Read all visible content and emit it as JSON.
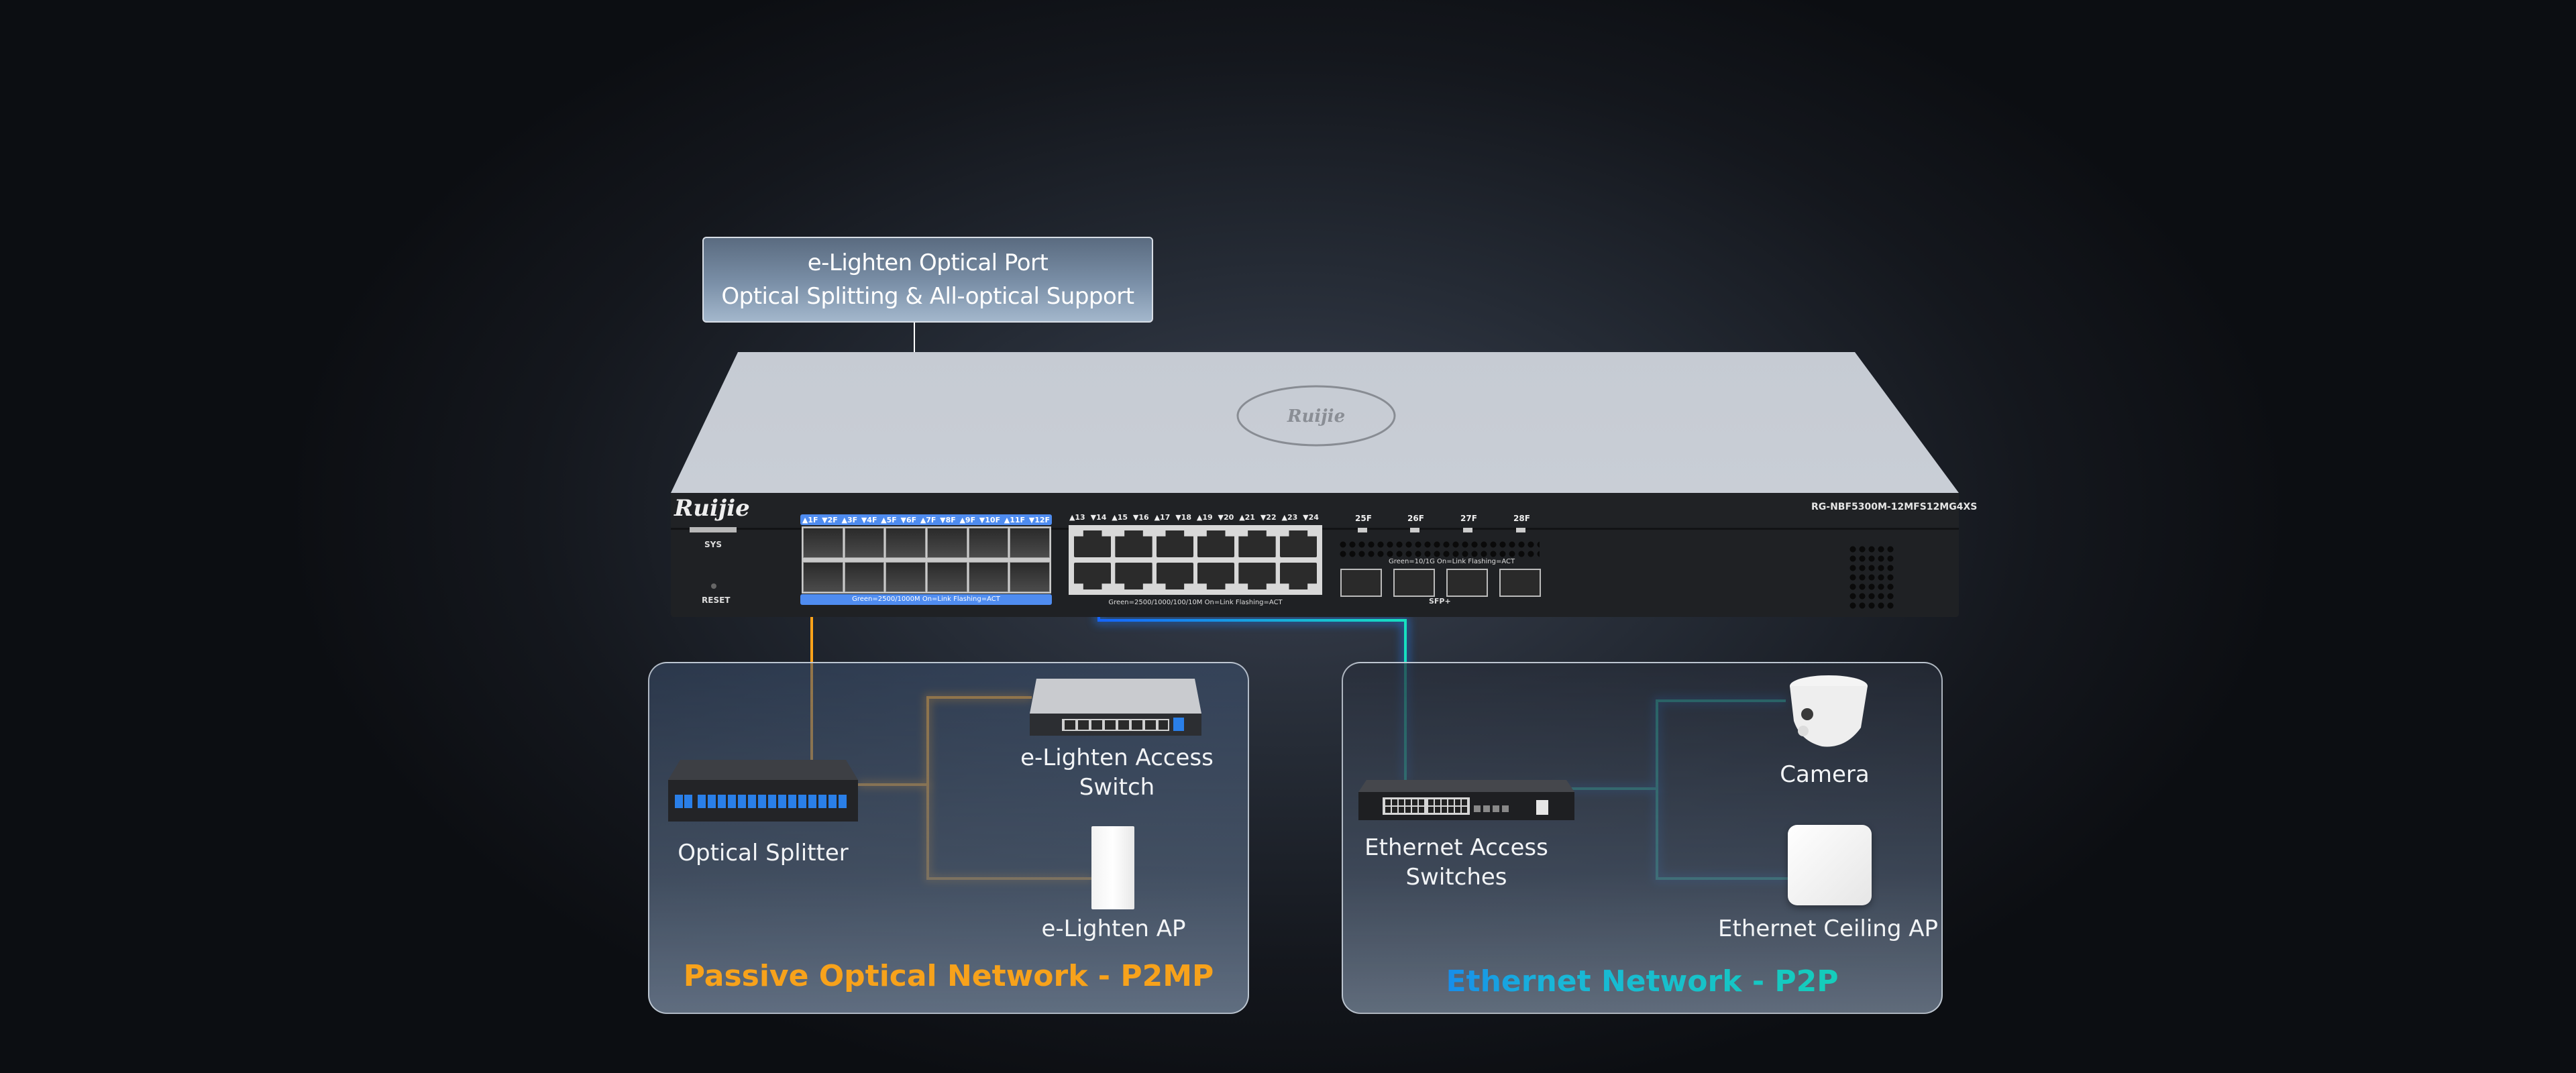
{
  "callout": {
    "line1": "e-Lighten Optical Port",
    "line2": "Optical Splitting & All-optical Support"
  },
  "switch": {
    "brand": "Ruijie",
    "top_logo": "Ruijie",
    "model": "RG-NBF5300M-12MFS12MG4XS",
    "sys_label": "SYS",
    "reset_label": "RESET",
    "sfp_ports": [
      "▲1F",
      "▼2F",
      "▲3F",
      "▼4F",
      "▲5F",
      "▼6F",
      "▲7F",
      "▼8F",
      "▲9F",
      "▼10F",
      "▲11F",
      "▼12F"
    ],
    "sfp_legend": "Green=2500/1000M  On=Link  Flashing=ACT",
    "rj45_ports": [
      "▲13",
      "▼14",
      "▲15",
      "▼16",
      "▲17",
      "▼18",
      "▲19",
      "▼20",
      "▲21",
      "▼22",
      "▲23",
      "▼24"
    ],
    "rj45_legend": "Green=2500/1000/100/10M  On=Link  Flashing=ACT",
    "sfpplus_ports": [
      "25F",
      "26F",
      "27F",
      "28F"
    ],
    "sfpplus_legend": "Green=10/1G  On=Link  Flashing=ACT",
    "sfpplus_tag": "SFP+"
  },
  "pon_panel": {
    "title": "Passive Optical Network - P2MP",
    "color": "#f7a21b",
    "devices": [
      {
        "label": "Optical Splitter"
      },
      {
        "label_line1": "e-Lighten Access",
        "label_line2": "Switch"
      },
      {
        "label": "e-Lighten AP"
      }
    ]
  },
  "eth_panel": {
    "title": "Ethernet Network - P2P",
    "colors": [
      "#1565ff",
      "#13d6b0"
    ],
    "devices": [
      {
        "label_line1": "Ethernet Access",
        "label_line2": "Switches"
      },
      {
        "label": "Camera"
      },
      {
        "label": "Ethernet Ceiling AP"
      }
    ]
  }
}
